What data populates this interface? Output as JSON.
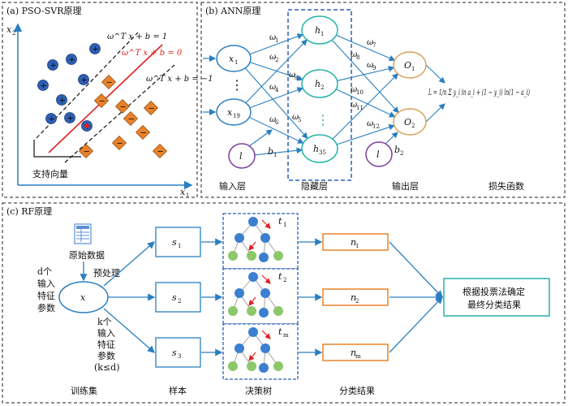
{
  "panels": {
    "a_title": "(a) PSO-SVR原理",
    "b_title": "(b) ANN原理",
    "c_title": "(c) RF原理"
  },
  "svr": {
    "y_axis": "x",
    "y_axis_sub": "2",
    "x_axis": "x",
    "x_axis_sub": "1",
    "upper_margin_label": "ω^T x + b = 1",
    "hyperplane_label": "ω^T x + b = 0",
    "lower_margin_label": "ω^T x + b = −1",
    "support_vector_label": "支持向量",
    "plus_symbol": "+",
    "minus_symbol": "−",
    "colors": {
      "positive": "#2f5fb3",
      "negative": "#e8822a",
      "hyperplane": "#e02020"
    }
  },
  "ann": {
    "input_nodes": [
      "x",
      "x"
    ],
    "input_subs": [
      "1",
      "19"
    ],
    "hidden_nodes": [
      "h",
      "h",
      "h"
    ],
    "hidden_subs": [
      "1",
      "2",
      "35"
    ],
    "output_nodes": [
      "O",
      "O"
    ],
    "output_subs": [
      "1",
      "2"
    ],
    "bias_node": "l",
    "bias1": "b",
    "bias1_sub": "1",
    "bias2": "b",
    "bias2_sub": "2",
    "weights": [
      "ω",
      "ω",
      "ω",
      "ω",
      "ω",
      "ω",
      "ω",
      "ω",
      "ω",
      "ω",
      "ω",
      "ω"
    ],
    "weight_subs": [
      "1",
      "2",
      "3",
      "4",
      "5",
      "6",
      "7",
      "8",
      "9",
      "10",
      "11",
      "12"
    ],
    "ellipsis": "⋮",
    "loss_formula": "L = 1/n Σ y_i ln a_i + (1 − y_i) ln(1 − a_i)",
    "layer_labels": [
      "输入层",
      "隐藏层",
      "输出层",
      "损失函数"
    ]
  },
  "rf": {
    "raw_data_label": "原始数据",
    "preprocess_label": "预处理",
    "x_node": "x",
    "d_features_label": [
      "d个",
      "输入",
      "特征",
      "参数"
    ],
    "k_features_label": [
      "k个",
      "输入",
      "特征",
      "参数",
      "(k≤d)"
    ],
    "samples": [
      "s",
      "s",
      "s"
    ],
    "sample_subs": [
      "1",
      "2",
      "3"
    ],
    "trees": [
      "t",
      "t",
      "t"
    ],
    "tree_subs": [
      "1",
      "2",
      "m"
    ],
    "results": [
      "n",
      "n",
      "n"
    ],
    "result_subs": [
      "1",
      "2",
      "m"
    ],
    "final_result": [
      "根据投票法确定",
      "最终分类结果"
    ],
    "bottom_labels": [
      "训练集",
      "样本",
      "决策树",
      "分类结果"
    ]
  }
}
